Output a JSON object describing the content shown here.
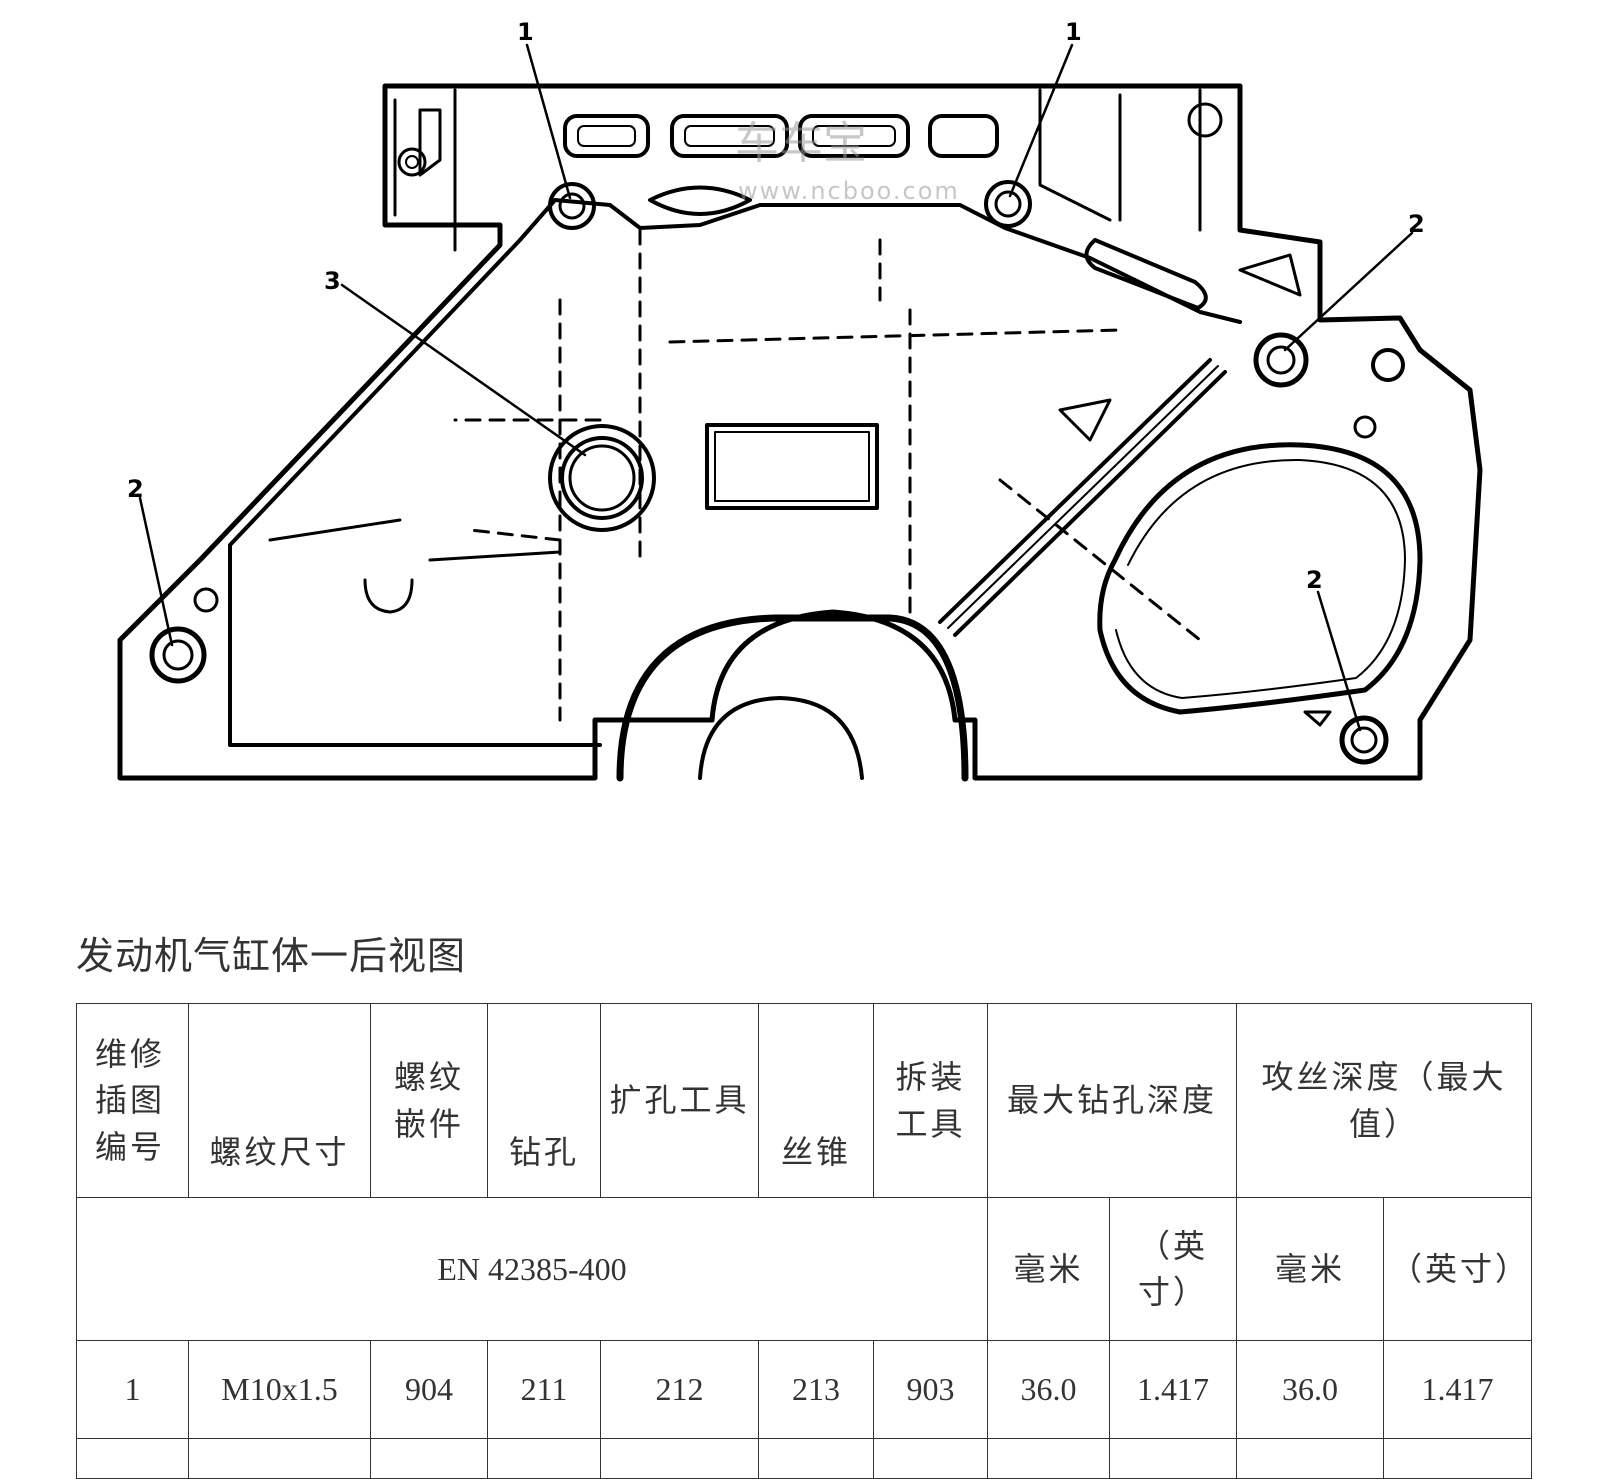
{
  "diagram": {
    "watermark_cn": "车车宝",
    "watermark_url": "www.ncboo.com",
    "callouts": [
      "1",
      "1",
      "2",
      "2",
      "2",
      "3"
    ]
  },
  "caption": "发动机气缸体一后视图",
  "table": {
    "header": {
      "col1": "维修插图编号",
      "col2": "螺纹尺寸",
      "col3": "螺纹嵌件",
      "col4": "钻孔",
      "col5": "扩孔工具",
      "col6": "丝锥",
      "col7": "拆装工具",
      "col8": "最大钻孔深度",
      "col9": "攻丝深度（最大值）"
    },
    "kit_row": {
      "kit": "EN 42385-400",
      "unit_mm_1": "毫米",
      "unit_in_1": "（英寸）",
      "unit_mm_2": "毫米",
      "unit_in_2": "（英寸）"
    },
    "rows": [
      {
        "callout": "1",
        "thread_size": "M10x1.5",
        "insert": "904",
        "drill": "211",
        "reamer": "212",
        "tap": "213",
        "install_tool": "903",
        "drill_depth_mm": "36.0",
        "drill_depth_in": "1.417",
        "tap_depth_mm": "36.0",
        "tap_depth_in": "1.417"
      }
    ]
  }
}
